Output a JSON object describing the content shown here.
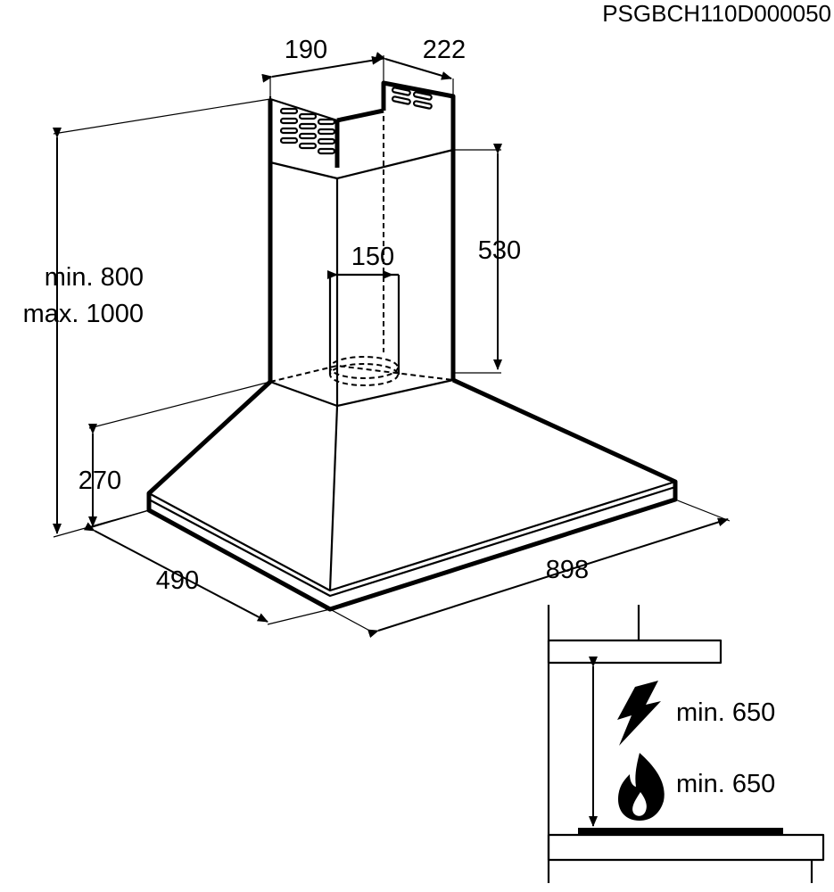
{
  "drawing_code": "PSGBCH110D000050",
  "dimensions": {
    "chimney_width": "190",
    "chimney_depth": "222",
    "duct_diameter": "150",
    "chimney_height": "530",
    "total_height_min": "min. 800",
    "total_height_max": "max. 1000",
    "hood_height": "270",
    "hood_depth": "490",
    "hood_width": "898"
  },
  "clearances": {
    "electric": "min. 650",
    "gas": "min. 650"
  },
  "icons": {
    "electric": "lightning-icon",
    "gas": "flame-icon"
  }
}
